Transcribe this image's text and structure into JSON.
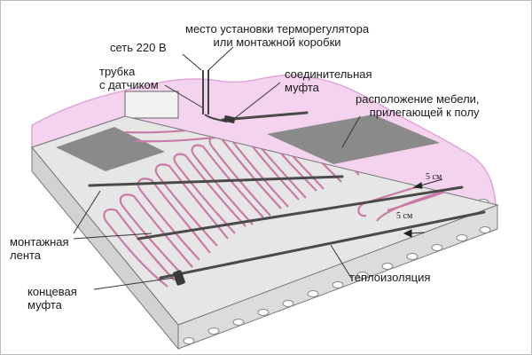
{
  "labels": {
    "thermostat_line1": "место установки терморегулятора",
    "thermostat_line2": "или монтажной коробки",
    "mains": "сеть 220 В",
    "tube_line1": "трубка",
    "tube_line2": "с датчиком",
    "coupling_line1": "соединительная",
    "coupling_line2": "муфта",
    "furniture_line1": "расположение мебели,",
    "furniture_line2": "прилегающей к полу",
    "tape_line1": "монтажная",
    "tape_line2": "лента",
    "end_coupling_line1": "концевая",
    "end_coupling_line2": "муфта",
    "insulation": "теплоизоляция",
    "gap_top": "5 см",
    "gap_bottom": "5 см"
  },
  "colors": {
    "wall": "#f4d3ee",
    "wall_edge": "#e0a6d8",
    "floor": "#e6e6e6",
    "slab_front": "#d8d8d8",
    "furniture": "#8a8a8a",
    "cable": "#c97aa6",
    "tape": "#4a4a4a"
  }
}
